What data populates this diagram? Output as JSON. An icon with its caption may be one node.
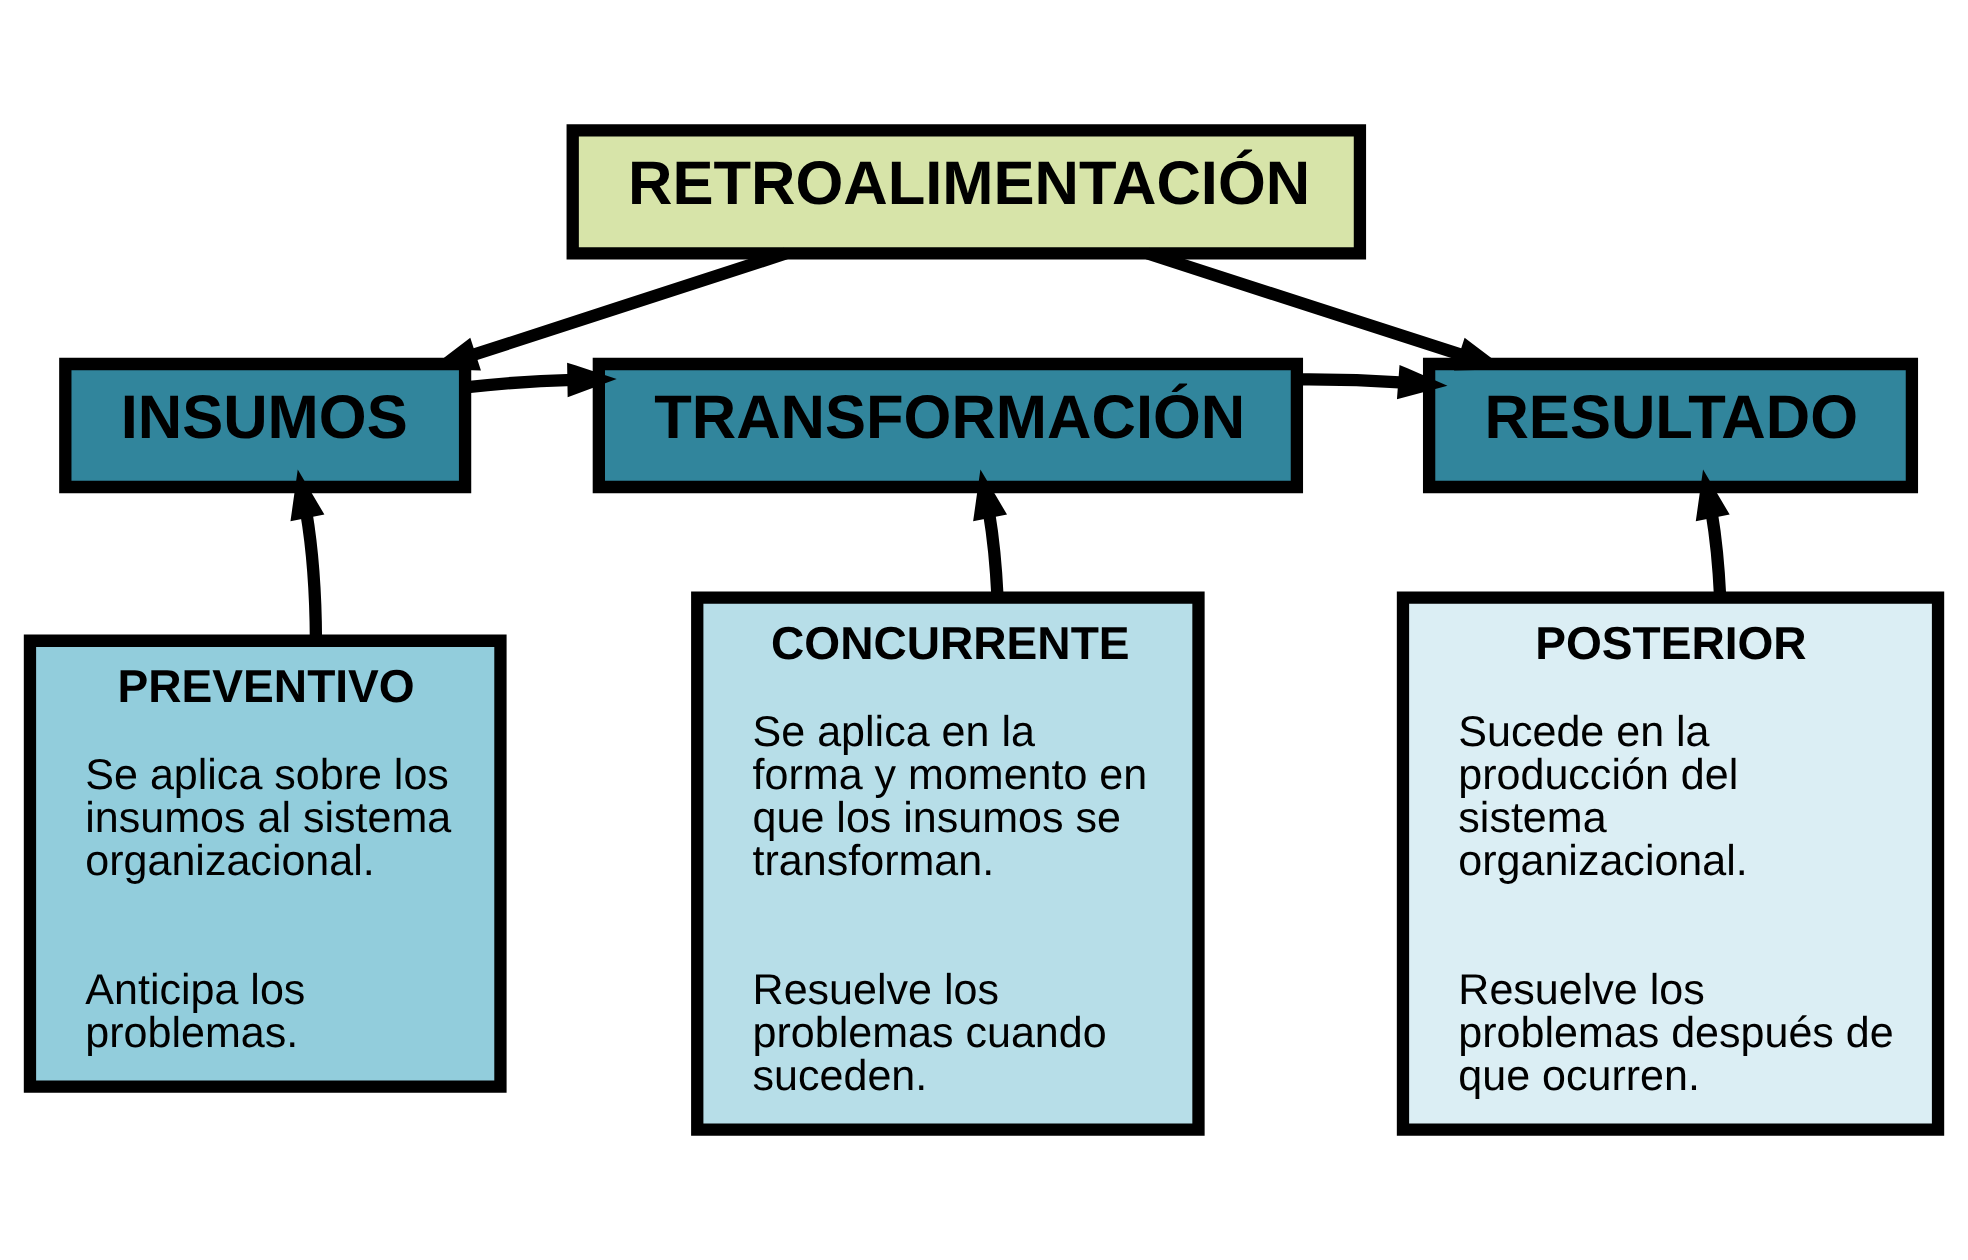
{
  "diagram": {
    "nodes": [
      {
        "text": [
          "RETROALIMENTACIÓN"
        ]
      },
      {
        "text": [
          "INSUMOS"
        ]
      },
      {
        "text": [
          "TRANSFORMACIÓN"
        ]
      },
      {
        "text": [
          "RESULTADO"
        ]
      },
      {
        "text": [
          "PREVENTIVO",
          "Se aplica sobre los insumos al sistema organizacional.",
          "Anticipa los problemas."
        ]
      },
      {
        "text": [
          "CONCURRENTE",
          "Se aplica en la forma y momento en que los insumos se transforman.",
          "Resuelve los problemas cuando suceden."
        ]
      },
      {
        "text": [
          "POSTERIOR",
          "Sucede en la producción del sistema organizacional.",
          "Resuelve los problemas después de que ocurren."
        ]
      }
    ],
    "edges": [
      {
        "from": 0,
        "to": 1,
        "arrow": "to"
      },
      {
        "from": 0,
        "to": 3,
        "arrow": "to"
      },
      {
        "from": 1,
        "to": 2,
        "arrow": "to"
      },
      {
        "from": 2,
        "to": 3,
        "arrow": "to"
      },
      {
        "from": 4,
        "to": 1,
        "arrow": "to"
      },
      {
        "from": 5,
        "to": 2,
        "arrow": "to"
      },
      {
        "from": 6,
        "to": 3,
        "arrow": "to"
      }
    ]
  }
}
